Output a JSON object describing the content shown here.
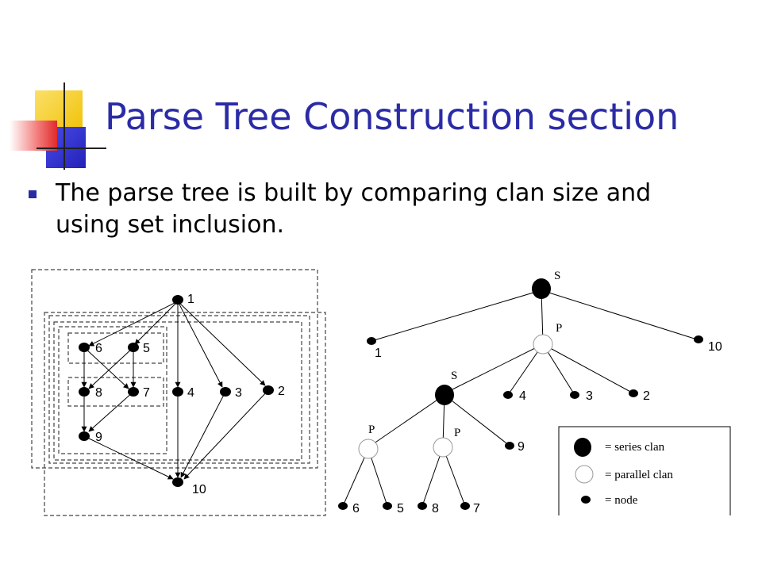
{
  "slide": {
    "title": "Parse Tree Construction section",
    "bullet": "The parse tree is built by comparing clan size and using set inclusion."
  },
  "graph": {
    "nodes": [
      "1",
      "2",
      "3",
      "4",
      "5",
      "6",
      "7",
      "8",
      "9",
      "10"
    ]
  },
  "tree": {
    "root_label": "S",
    "p_label": "P",
    "s_label": "S",
    "leaves": [
      "1",
      "10",
      "4",
      "3",
      "2",
      "9",
      "6",
      "5",
      "8",
      "7"
    ]
  },
  "legend": {
    "series": "= series clan",
    "parallel": "= parallel clan",
    "node": "= node"
  },
  "colors": {
    "title": "#2b2ba6",
    "deco_yellow": "#f5cc1e",
    "deco_blue": "#3a3ad6",
    "deco_red": "#e63a3a"
  }
}
